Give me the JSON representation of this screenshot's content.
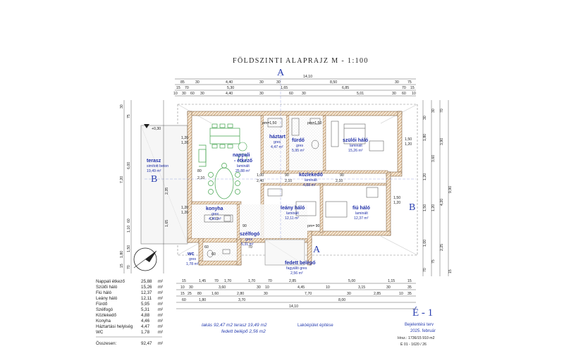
{
  "title": "FÖLDSZINTI ALAPRAJZ   M - 1:100",
  "top_dims": {
    "row1": [
      "14,10"
    ],
    "row2": [
      "85",
      "30",
      "4,40",
      "30",
      "30",
      "8,50",
      "30",
      "75"
    ],
    "row3": [
      "15",
      "70",
      "5,30",
      "1,65",
      "6,85",
      "70",
      "15"
    ],
    "row4": [
      "10",
      "30",
      "60",
      "30",
      "4,40",
      "30",
      "60",
      "30",
      "5,01",
      "30",
      "60",
      "10"
    ]
  },
  "bottom_dims": {
    "row1": [
      "15",
      "1,45",
      "70",
      "1,70",
      "1,70",
      "70",
      "2,85",
      "5,00",
      "1,15",
      "15"
    ],
    "row2": [
      "10",
      "30",
      "3,60",
      "30",
      "10",
      "4,45",
      "10",
      "3,15",
      "30",
      "35"
    ],
    "row3": [
      "15",
      "25",
      "80",
      "1,60",
      "2,80",
      "30",
      "7,70",
      "30",
      "2,85",
      "10",
      "35"
    ],
    "row4": [
      "60",
      "1,80",
      "3,70",
      "8,00"
    ],
    "row5": [
      "14,10"
    ]
  },
  "left_dims": [
    "7,20",
    "6,00",
    "2,35",
    "1,65",
    "1,10",
    "60",
    "1,80",
    "1,50",
    "30",
    "75",
    "70",
    "15"
  ],
  "right_dims": [
    "9,90",
    "4,20",
    "3,90",
    "3,60",
    "30",
    "1,80",
    "1,20",
    "30",
    "70",
    "1,50",
    "1,20",
    "2,25",
    "1,00",
    "75",
    "70",
    "15"
  ],
  "rooms": [
    {
      "name": "terasz",
      "sub": "simított beton",
      "area": "19,49 m²"
    },
    {
      "name": "nappali",
      "name2": "- étkező",
      "sub": "laminált",
      "area": "25,88 m²"
    },
    {
      "name": "háztart",
      "sub": "gres",
      "area": "4,47 m²"
    },
    {
      "name": "fürdő",
      "sub": "gres",
      "area": "5,95 m²"
    },
    {
      "name": "szülői háló",
      "sub": "laminált",
      "area": "15,26 m²"
    },
    {
      "name": "közlekedő",
      "sub": "laminált",
      "area": "4,88 m²"
    },
    {
      "name": "konyha",
      "sub": "gres",
      "area": "4,46 m²"
    },
    {
      "name": "leány háló",
      "sub": "laminált",
      "area": "12,11 m²"
    },
    {
      "name": "fiú háló",
      "sub": "laminált",
      "area": "12,37 m²"
    },
    {
      "name": "szélfogó",
      "sub": "gres",
      "area": "5,31 m²"
    },
    {
      "name": "wc",
      "sub": "gres",
      "area": "1,78 m²"
    },
    {
      "name": "fedett belépő",
      "sub": "fagyálló gres",
      "area": "2,56 m²"
    }
  ],
  "labels": {
    "level": "+0,30",
    "cut_a": "A",
    "cut_b": "B",
    "pm_150": "pm=1,50",
    "pm_90": "pm=90",
    "pm_90b": "pm= 90",
    "d_80": "80",
    "d_120": "1,20",
    "d_210": "2,10",
    "d_240": "2,40",
    "d_100": "1,00",
    "d_90": "90",
    "d_150": "1,50",
    "d_60": "60",
    "d_70": "70"
  },
  "area_table": [
    {
      "name": "Nappali étkező",
      "value": "25,88",
      "unit": "m²"
    },
    {
      "name": "Szülői háló",
      "value": "15,26",
      "unit": "m²"
    },
    {
      "name": "Fiú háló",
      "value": "12,37",
      "unit": "m²"
    },
    {
      "name": "Leány háló",
      "value": "12,11",
      "unit": "m²"
    },
    {
      "name": "Fürdő",
      "value": "5,95",
      "unit": "m²"
    },
    {
      "name": "Szélfogó",
      "value": "5,31",
      "unit": "m²"
    },
    {
      "name": "Közlekedő",
      "value": "4,88",
      "unit": "m²"
    },
    {
      "name": "Konyha",
      "value": "4,46",
      "unit": "m²"
    },
    {
      "name": "Háztartási helyiség",
      "value": "4,47",
      "unit": "m²"
    },
    {
      "name": "WC",
      "value": "1,78",
      "unit": "m²"
    }
  ],
  "total": {
    "name": "Összesen:",
    "value": "92,47",
    "unit": "m²"
  },
  "summary": {
    "line1": "lakás  92,47 m2  terasz 19,49 m2",
    "line2": "fedett belépő 2,56 m2"
  },
  "project": "Lakóépület építése",
  "sheet": {
    "code": "É - 1",
    "kind": "Bejelentési terv",
    "date": "2025. február",
    "plot": "Hrsz.: 1736/15  910 m2",
    "number": "É 01 - 1620 / 26"
  },
  "colors": {
    "wall_hatch": "#c8965c",
    "grid_blue": "#2a3fb0",
    "furniture_green": "#3fa24a",
    "cut_marker": "#2a3fb0"
  }
}
